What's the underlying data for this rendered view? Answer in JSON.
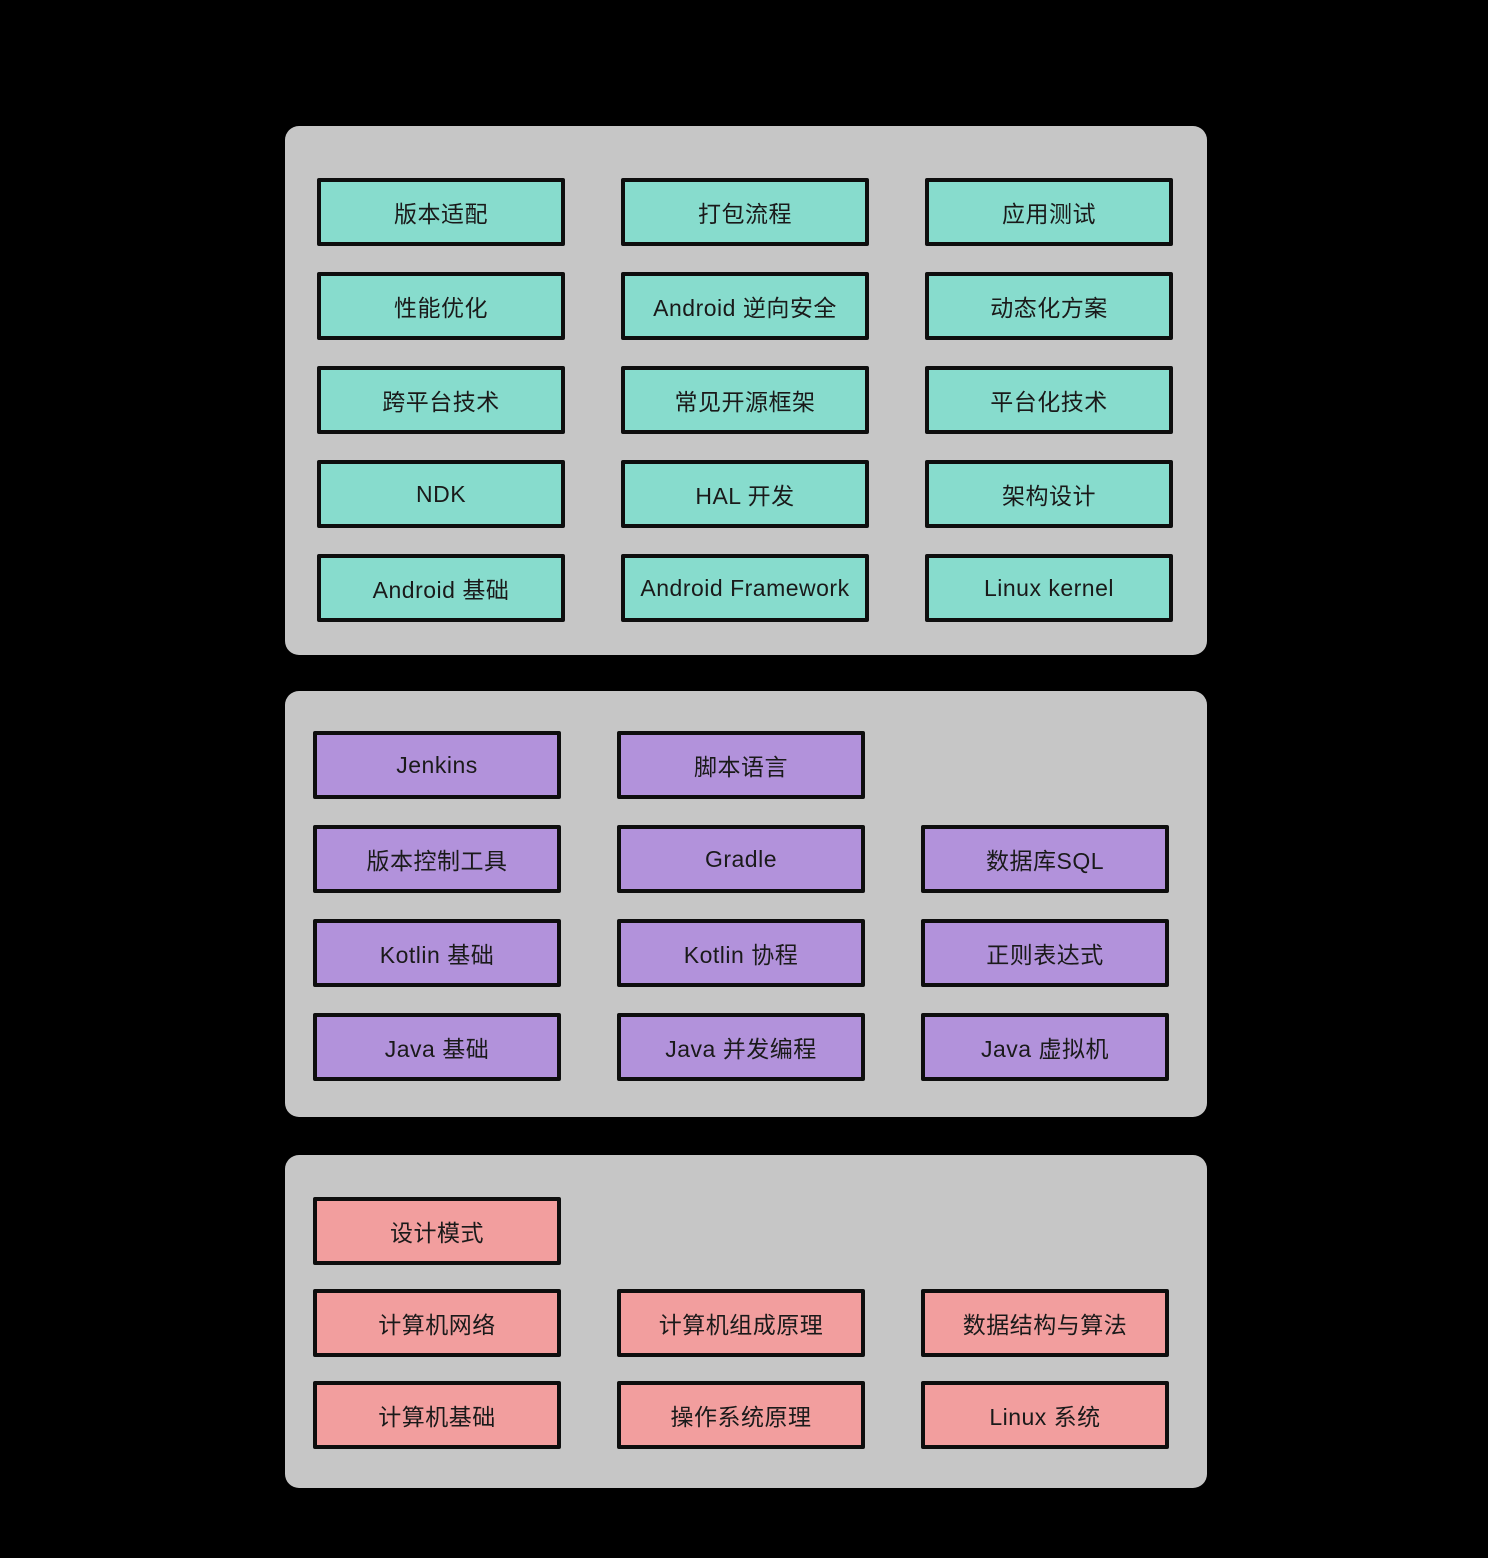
{
  "colors": {
    "background": "#000000",
    "panel": "#C6C6C6",
    "teal": "#87DCCD",
    "purple": "#B292DB",
    "pink": "#F29E9E",
    "border": "#0e0e0e",
    "text": "#1a1a1a"
  },
  "panels": [
    {
      "id": "android-advanced",
      "color": "#87DCCD",
      "rows": [
        [
          "版本适配",
          "打包流程",
          "应用测试"
        ],
        [
          "性能优化",
          "Android 逆向安全",
          "动态化方案"
        ],
        [
          "跨平台技术",
          "常见开源框架",
          "平台化技术"
        ],
        [
          "NDK",
          "HAL 开发",
          "架构设计"
        ],
        [
          "Android 基础",
          "Android Framework",
          "Linux kernel"
        ]
      ]
    },
    {
      "id": "language-and-tools",
      "color": "#B292DB",
      "rows": [
        [
          "Jenkins",
          "脚本语言",
          null
        ],
        [
          "版本控制工具",
          "Gradle",
          "数据库SQL"
        ],
        [
          "Kotlin 基础",
          "Kotlin 协程",
          "正则表达式"
        ],
        [
          "Java 基础",
          "Java 并发编程",
          "Java 虚拟机"
        ]
      ]
    },
    {
      "id": "cs-foundation",
      "color": "#F29E9E",
      "rows": [
        [
          "设计模式",
          null,
          null
        ],
        [
          "计算机网络",
          "计算机组成原理",
          "数据结构与算法"
        ],
        [
          "计算机基础",
          "操作系统原理",
          "Linux 系统"
        ]
      ]
    }
  ]
}
